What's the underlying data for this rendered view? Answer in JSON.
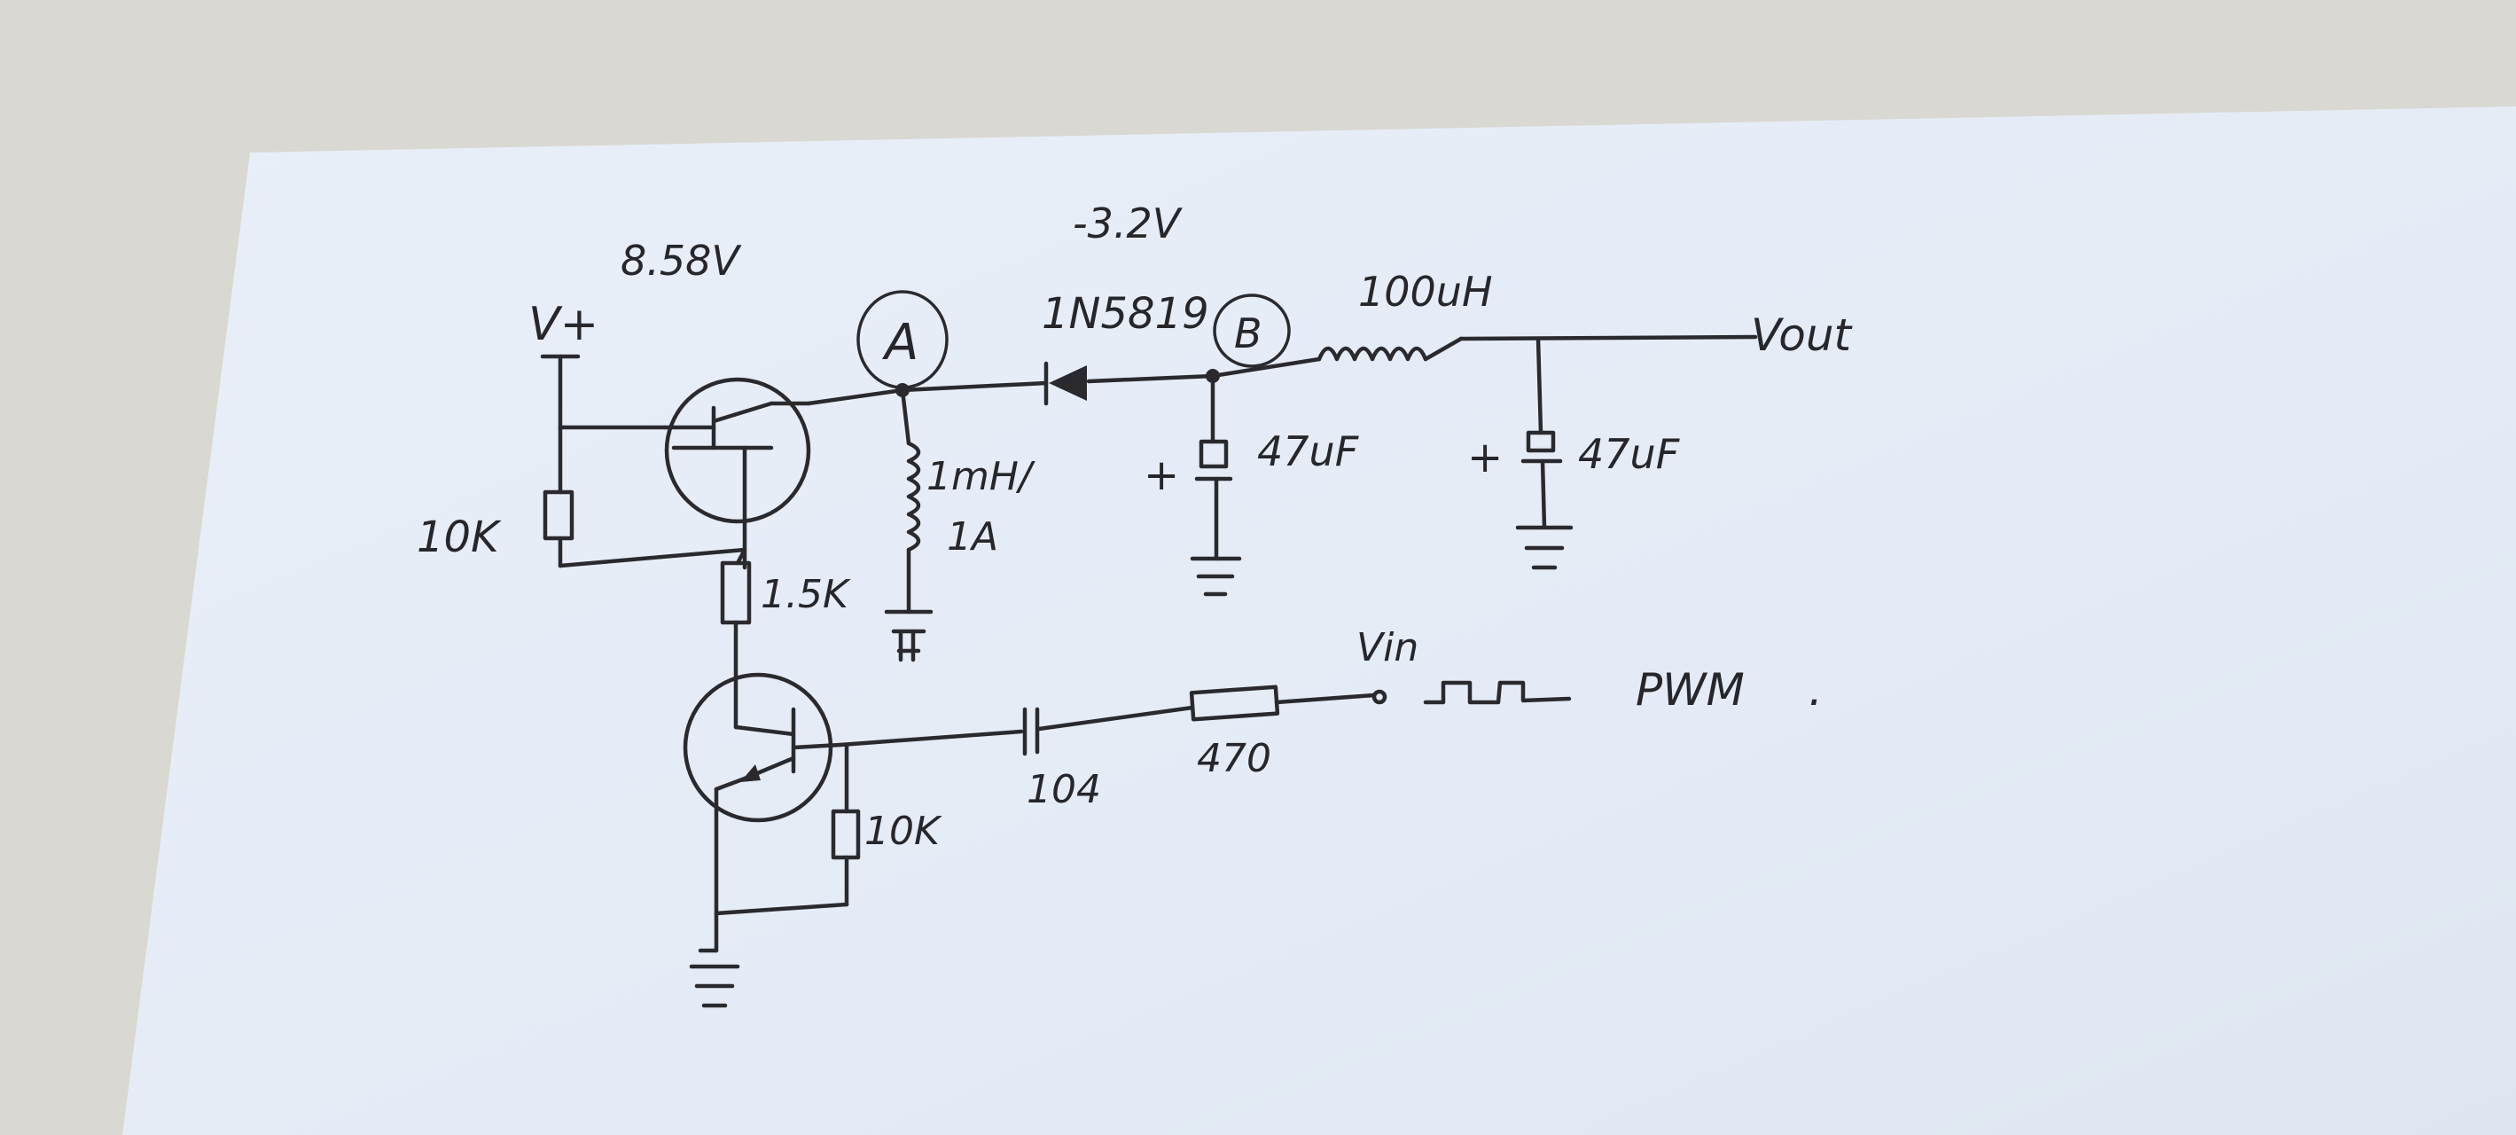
{
  "colors": {
    "background": "#d9d8d2",
    "paper": "#e6edf7",
    "ink": "#2a2a2e"
  },
  "labels": {
    "v_plus": "V+",
    "v_plus_value": "8.58V",
    "node_a": "A",
    "node_b": "B",
    "diode_voltage": "-3.2V",
    "diode": "1N5819",
    "inductor_out": "100uH",
    "v_out": "Vout",
    "inductor_a": "1mH/",
    "inductor_a_current": "1A",
    "cap_b": "47uF",
    "cap_out": "47uF",
    "plus_b": "+",
    "plus_out": "+",
    "r_top": "10K",
    "r_collector": "1.5K",
    "r_base": "10K",
    "cap_coupling": "104",
    "r_input": "470",
    "v_in": "Vin",
    "pwm": "PWM",
    "period": "."
  }
}
